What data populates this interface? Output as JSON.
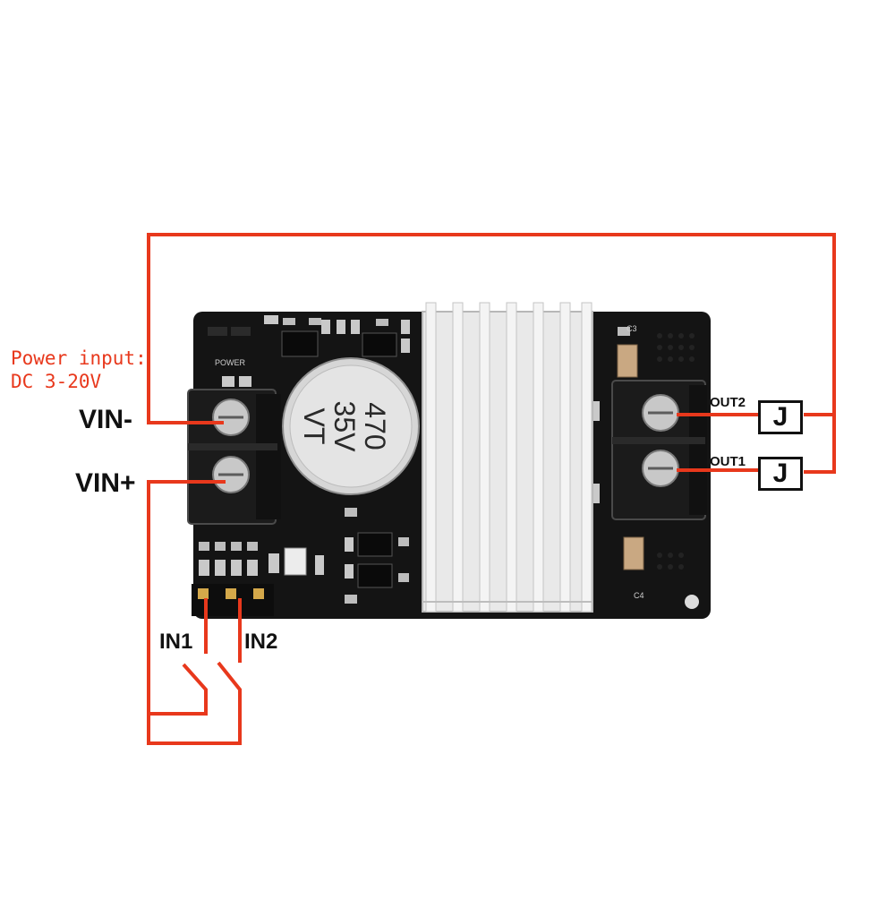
{
  "colors": {
    "wire": "#e8381c",
    "board": "#141414",
    "heatsink": "#e9e9e9"
  },
  "power": {
    "line1": "Power input:",
    "line2": "DC 3-20V",
    "color": "#e8381c"
  },
  "terminals": {
    "vin_minus": "VIN-",
    "vin_plus": "VIN+"
  },
  "inputs": {
    "in1": "IN1",
    "in2": "IN2"
  },
  "outputs": {
    "out2": "OUT2",
    "out1": "OUT1",
    "load2": "J",
    "load1": "J"
  },
  "capacitor": {
    "line1": "470",
    "line2": "35V",
    "line3": "VT"
  },
  "silkscreen": {
    "power": "POWER",
    "c3": "C3",
    "c4": "C4"
  }
}
